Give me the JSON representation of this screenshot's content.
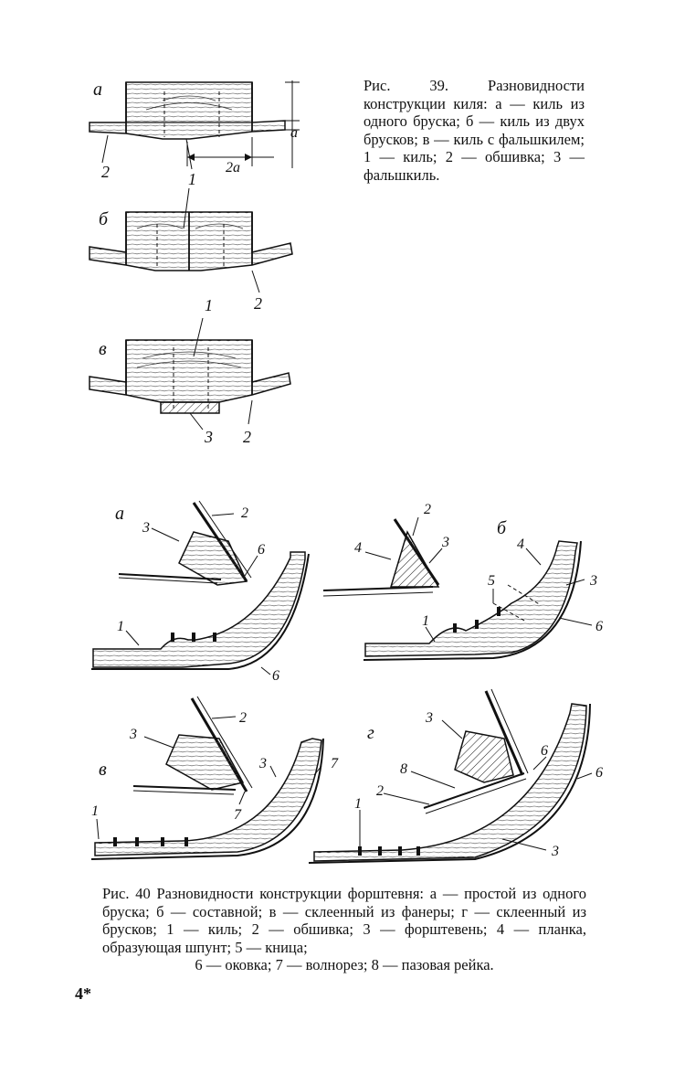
{
  "figure39": {
    "caption": "Рис. 39. Разновидности конструкции киля: а — киль из одного бруска; б — киль из двух брусков; в — киль с фальшкилем; 1 — киль; 2 — обшивка; 3 — фальшкиль.",
    "panels": [
      "а",
      "б",
      "в"
    ],
    "dimension_labels": [
      "а",
      "2а"
    ],
    "part_numbers": [
      "1",
      "2",
      "3"
    ]
  },
  "figure40": {
    "caption_main": "Рис. 40 Разновидности конструкции форштевня: а — простой из одного бруска; б — составной; в — склеенный из фанеры; г — склеенный из брусков; 1 — киль; 2 — обшивка; 3 — форштевень; 4 — планка, образующая шпунт; 5 — кница;",
    "caption_last": "6 — оковка; 7 — волнорез; 8 — пазовая рейка.",
    "panels": [
      "а",
      "б",
      "в",
      "г"
    ],
    "part_numbers": [
      "1",
      "2",
      "3",
      "4",
      "5",
      "6",
      "7",
      "8"
    ]
  },
  "page_number": "4*"
}
